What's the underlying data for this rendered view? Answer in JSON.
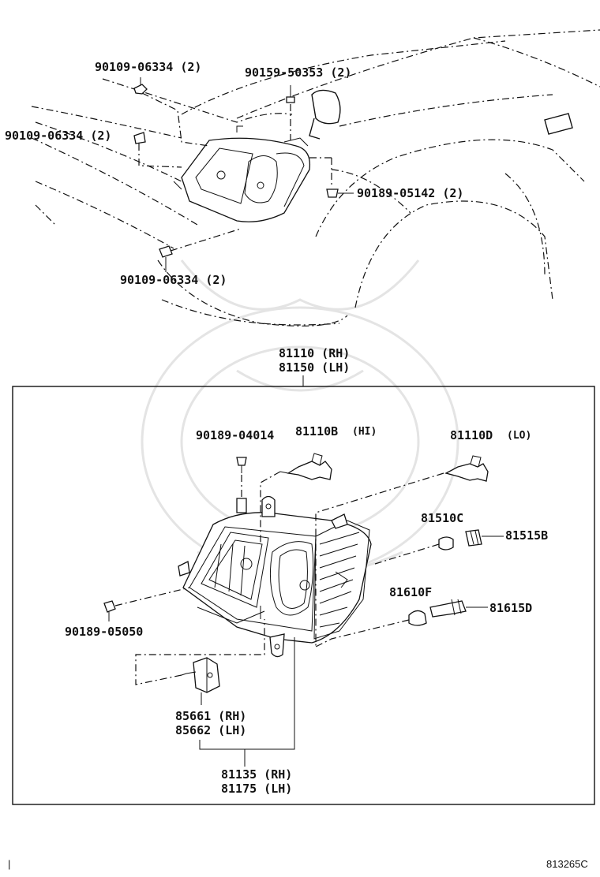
{
  "diagram_id": "813265C",
  "corner_mark": "|",
  "callouts": {
    "bolt_top": "90109-06334 (2)",
    "screw_top": "90159-50353 (2)",
    "bolt_left": "90109-06334 (2)",
    "clip_right": "90189-05142 (2)",
    "bolt_bottom": "90109-06334 (2)",
    "assy_rh": "81110 (RH)",
    "assy_lh": "81150 (LH)",
    "screw_inner": "90189-04014",
    "bulb_hi_num": "81110B",
    "bulb_hi_tag": "(HI)",
    "bulb_lo_num": "81110D",
    "bulb_lo_tag": "(LO)",
    "bulb_81510": "81510C",
    "socket_81515": "81515B",
    "bulb_81610": "81610F",
    "socket_81615": "81615D",
    "screw_lower": "90189-05050",
    "actuator_rh": "85661 (RH)",
    "actuator_lh": "85662 (LH)",
    "unit_rh": "81135 (RH)",
    "unit_lh": "81175 (LH)"
  }
}
